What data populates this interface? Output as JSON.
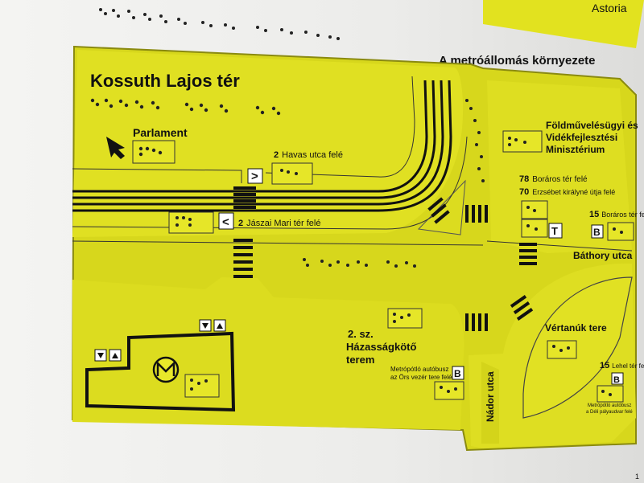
{
  "header": {
    "top_right": "Astoria",
    "subtitle": "A metróállomás környezete"
  },
  "map": {
    "square_title": "Kossuth Lajos tér",
    "parlament": "Parlament",
    "tram2_north_num": "2",
    "tram2_north_dir": "Havas utca felé",
    "tram2_south_num": "2",
    "tram2_south_dir": "Jászai Mari tér felé",
    "ministry": [
      "Földművelésügyi és",
      "Vidékfejlesztési",
      "Minisztérium"
    ],
    "bus78_num": "78",
    "bus78_dir": "Boráros tér felé",
    "bus70_num": "70",
    "bus70_dir": "Erzsébet királyné útja felé",
    "bus15_num": "15",
    "bus15_dir": "Boráros tér felé",
    "bathory": "Báthory utca",
    "vertanuk": "Vértanúk tere",
    "wedding": [
      "2. sz.",
      "Házasságkötő",
      "terem"
    ],
    "metro_bus_1": [
      "Metrópótló autóbusz",
      "az Örs vezér tere felé"
    ],
    "metro_bus_2": [
      "Metrópótló autóbusz",
      "a Déli pályaudvar felé"
    ],
    "nador": "Nádor utca",
    "bus15b_num": "15",
    "bus15b_dir": "Lehel tér felé",
    "letter_b": "B",
    "letter_t": "T",
    "chev_right": ">",
    "chev_left": "<",
    "page_mark": "1"
  },
  "colors": {
    "plate": "#dede1e",
    "plate_dark": "#c9c914",
    "ink": "#111111",
    "wall": "#efefed"
  }
}
